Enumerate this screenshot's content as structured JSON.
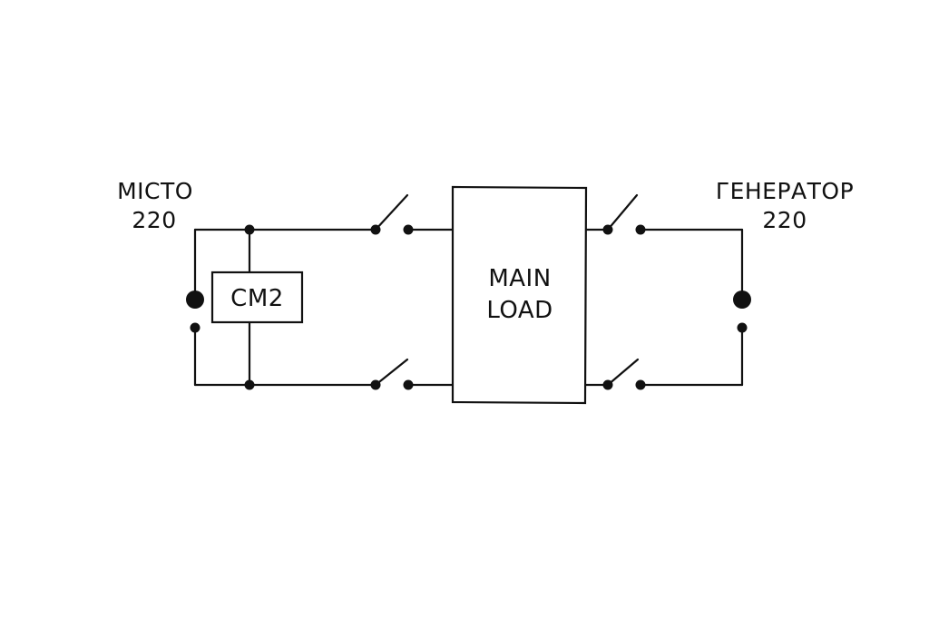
{
  "city_source": {
    "name": "МІСТО",
    "voltage": "220"
  },
  "generator_source": {
    "name": "ГЕНЕРАТОР",
    "voltage": "220"
  },
  "relay": {
    "label": "CM2"
  },
  "load": {
    "line1": "MAIN",
    "line2": "LOAD"
  },
  "colors": {
    "ink": "#111111",
    "background": "#ffffff"
  }
}
